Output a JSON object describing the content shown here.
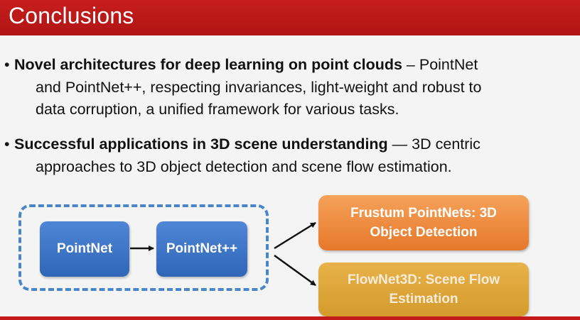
{
  "slide": {
    "title": "Conclusions",
    "bullets": [
      {
        "dot": "•",
        "bold": "Novel architectures for deep learning on point clouds",
        "rest_first": " – PointNet",
        "continuation": [
          "and PointNet++, respecting invariances, light-weight and robust to",
          "data corruption, a unified framework for various tasks."
        ]
      },
      {
        "dot": "•",
        "bold": "Successful applications in 3D scene understanding",
        "rest_first": " — 3D centric",
        "continuation": [
          "approaches to 3D object detection and scene flow estimation."
        ]
      }
    ],
    "diagram": {
      "pointnet": "PointNet",
      "pointnetpp": "PointNet++",
      "frustum_line1": "Frustum PointNets: 3D",
      "frustum_line2": "Object Detection",
      "flownet_line1": "FlowNet3D: Scene Flow",
      "flownet_line2": "Estimation"
    }
  },
  "colors": {
    "title_bar": "#c01a1a",
    "dashed_border": "#4a86c7",
    "blue_block": "#3a72c4",
    "orange_block": "#ec8a38",
    "gold_block": "#dca53a"
  }
}
